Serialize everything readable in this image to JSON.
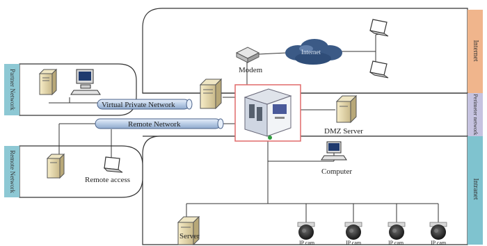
{
  "zones": {
    "internet": "Internet",
    "perimeter": "Perimeter network",
    "intranet": "Intranet",
    "partner": "Partner Network",
    "remote": "Remote Network"
  },
  "labels": {
    "modem": "Modem",
    "cloud": "Internet",
    "vpn": "Virtual Private Network",
    "remote_network": "Remote Network",
    "dmz_server": "DMZ Server",
    "computer": "Computer",
    "remote_access": "Remote access",
    "server": "Server",
    "ip_cam": "IP cam"
  },
  "colors": {
    "internet_tab": "#f0b58c",
    "perimeter_tab": "#c6c3e0",
    "intranet_tab": "#7fc3cf",
    "partner_tab": "#8dc8d4",
    "remote_tab": "#8dc8d4",
    "tunnel": "#c8d8ec",
    "firewall_border": "#e06a6a",
    "cloud": "#3b5a86"
  }
}
